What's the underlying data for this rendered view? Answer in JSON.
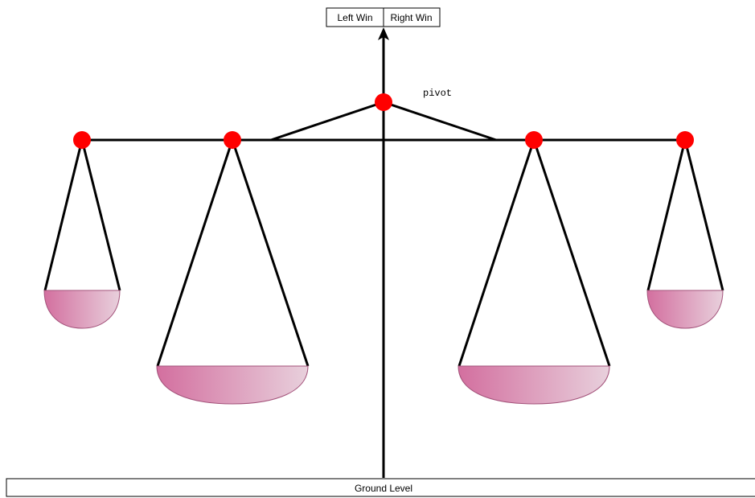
{
  "diagram": {
    "legend_left": "Left Win",
    "legend_right": "Right Win",
    "pivot_label": "pivot",
    "ground_label": "Ground Level"
  },
  "colors": {
    "beam": "#000000",
    "joint": "#ff0000",
    "pan_dark": "#d36f9f",
    "pan_light": "#e8d0dc",
    "pan_stroke": "#a3527a"
  }
}
